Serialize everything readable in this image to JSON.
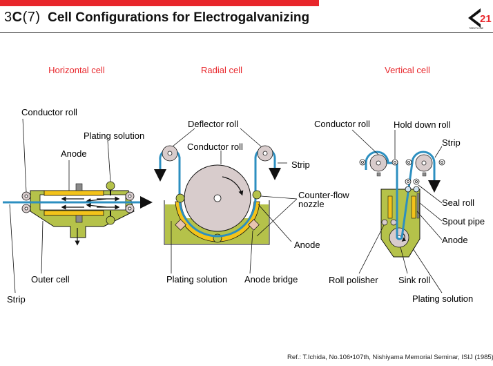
{
  "header": {
    "code_prefix": "3",
    "code_bold": "C",
    "code_suffix": "(7)",
    "title": "Cell Configurations for Electrogalvanizing",
    "logo_text": "21",
    "logo_subtext": "TWENTY-ONE"
  },
  "colors": {
    "accent_red": "#e8262b",
    "cell_green": "#b5c24a",
    "anode_yellow": "#f3c31a",
    "strip_blue": "#2c8fc0",
    "roll_fill": "#d8cccc"
  },
  "sections": {
    "horizontal": {
      "heading": "Horizontal cell",
      "labels": {
        "conductor_roll": "Conductor roll",
        "plating_solution": "Plating solution",
        "anode": "Anode",
        "outer_cell": "Outer cell",
        "strip": "Strip"
      }
    },
    "radial": {
      "heading": "Radial cell",
      "labels": {
        "deflector_roll": "Deflector roll",
        "conductor_roll": "Conductor roll",
        "strip": "Strip",
        "counter_flow_nozzle_1": "Counter-flow",
        "counter_flow_nozzle_2": "nozzle",
        "anode": "Anode",
        "plating_solution": "Plating solution",
        "anode_bridge": "Anode bridge"
      }
    },
    "vertical": {
      "heading": "Vertical cell",
      "labels": {
        "conductor_roll": "Conductor roll",
        "hold_down_roll": "Hold down roll",
        "strip": "Strip",
        "seal_roll": "Seal roll",
        "spout_pipe": "Spout pipe",
        "anode": "Anode",
        "roll_polisher": "Roll polisher",
        "sink_roll": "Sink roll",
        "plating_solution": "Plating solution"
      }
    }
  },
  "reference": "Ref.: T.Ichida, No.106•107th, Nishiyama Memorial Seminar, ISIJ (1985)"
}
